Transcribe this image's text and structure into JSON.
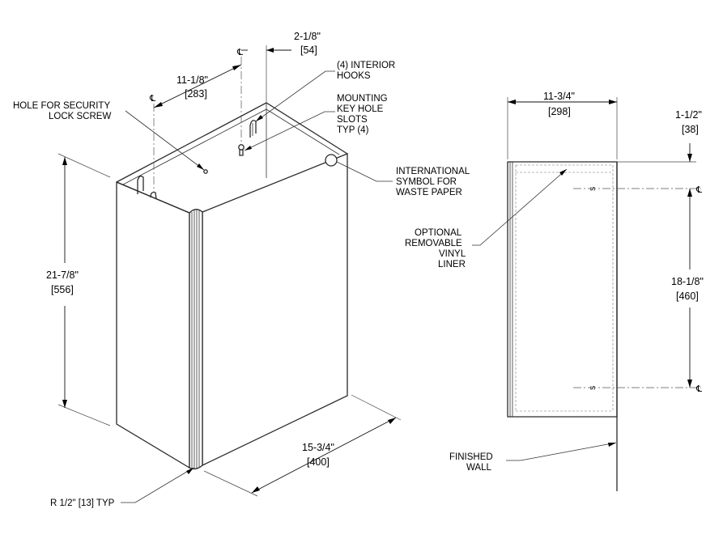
{
  "iso_view": {
    "width_dim": {
      "imperial": "11-1/8\"",
      "metric": "[283]"
    },
    "offset_dim": {
      "imperial": "2-1/8\"",
      "metric": "[54]"
    },
    "height_dim": {
      "imperial": "21-7/8\"",
      "metric": "[556]"
    },
    "depth_dim": {
      "imperial": "15-3/4\"",
      "metric": "[400]"
    },
    "callouts": {
      "interior_hooks": [
        "(4) INTERIOR",
        "HOOKS"
      ],
      "security_screw": [
        "HOLE FOR SECURITY",
        "LOCK SCREW"
      ],
      "keyhole_slots": [
        "MOUNTING",
        "KEY HOLE",
        "SLOTS",
        "TYP (4)"
      ],
      "waste_symbol": [
        "INTERNATIONAL",
        "SYMBOL FOR",
        "WASTE PAPER"
      ],
      "radius": "R 1/2\" [13] TYP"
    },
    "centerline_symbol": "℄"
  },
  "side_view": {
    "width_dim": {
      "imperial": "11-3/4\"",
      "metric": "[298]"
    },
    "top_offset_dim": {
      "imperial": "1-1/2\"",
      "metric": "[38]"
    },
    "slot_spacing_dim": {
      "imperial": "18-1/8\"",
      "metric": "[460]"
    },
    "callouts": {
      "liner": [
        "OPTIONAL",
        "REMOVABLE",
        "VINYL",
        "LINER"
      ],
      "wall": [
        "FINISHED",
        "WALL"
      ]
    },
    "slot_marker": "S",
    "centerline_symbol": "℄"
  }
}
